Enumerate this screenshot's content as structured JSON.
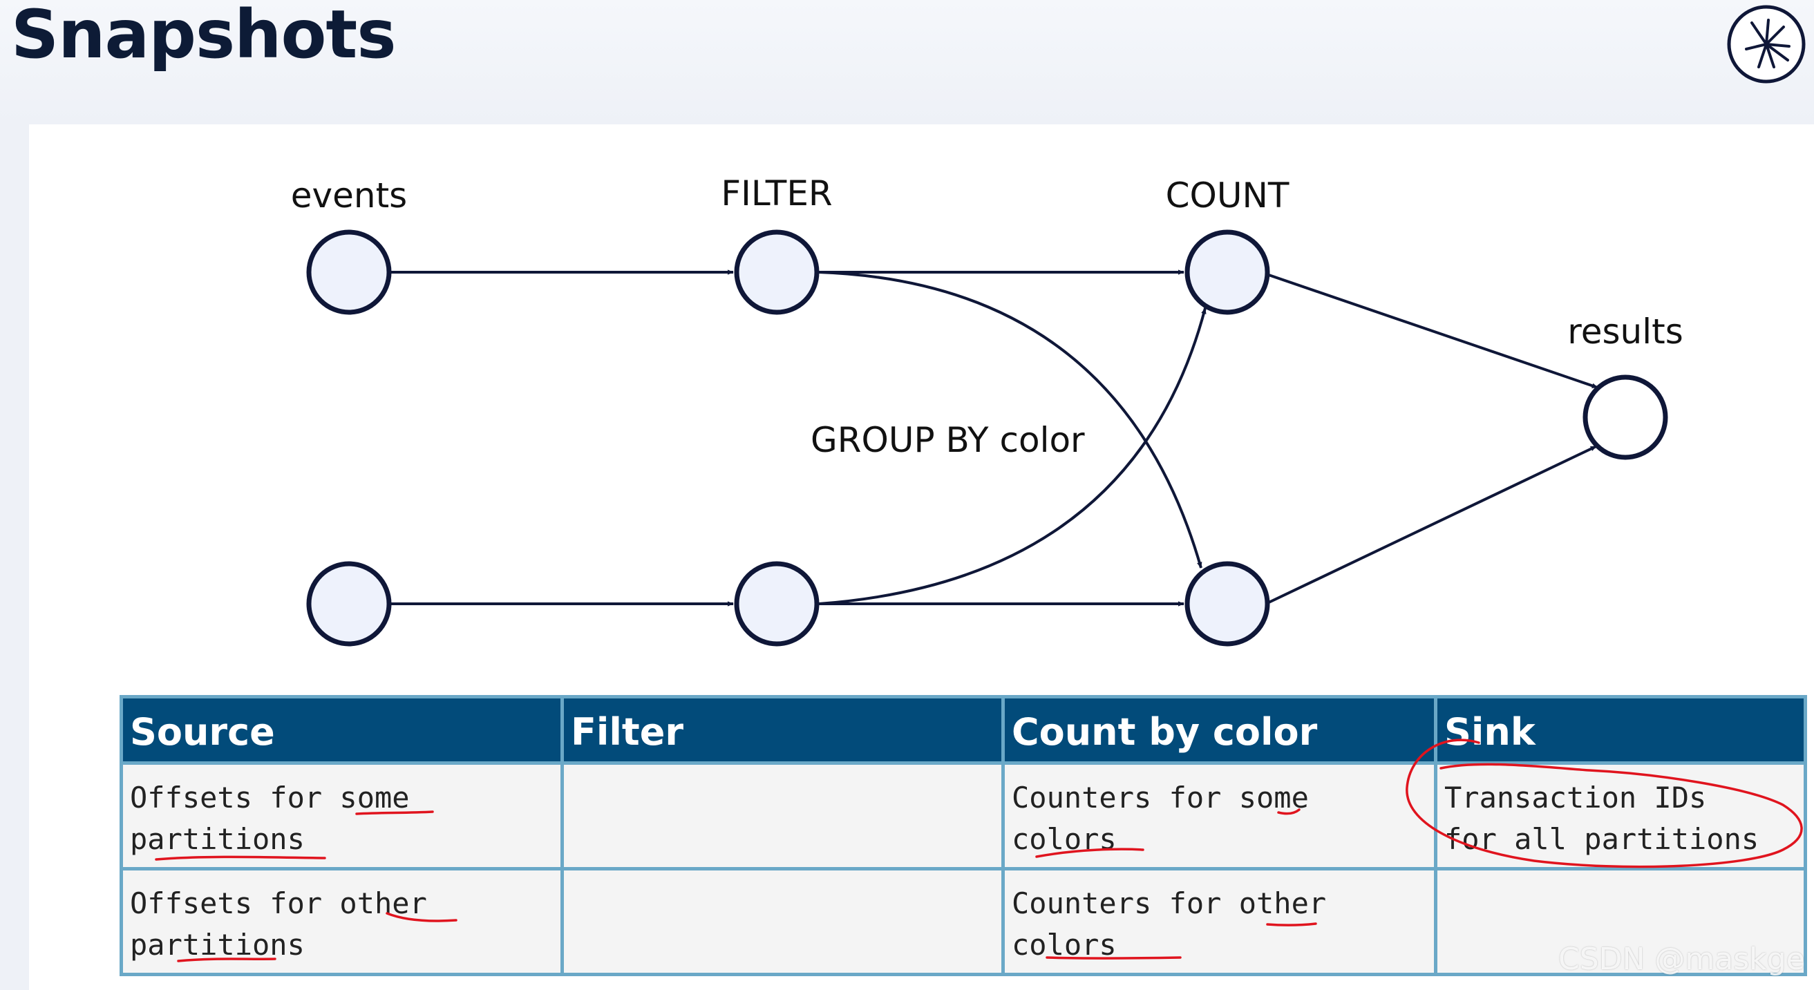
{
  "slide": {
    "title": "Snapshots",
    "logo_icon": "flink-squirrel-logo"
  },
  "diagram": {
    "nodes": {
      "events": "events",
      "filter": "FILTER",
      "count": "COUNT",
      "results": "results"
    },
    "edge_label": "GROUP BY color"
  },
  "table": {
    "headers": [
      "Source",
      "Filter",
      "Count by color",
      "Sink"
    ],
    "rows": [
      [
        "Offsets for some\npartitions",
        "",
        "Counters for some\ncolors",
        "Transaction IDs\nfor all partitions"
      ],
      [
        "Offsets for other\npartitions",
        "",
        "Counters for other\ncolors",
        ""
      ]
    ],
    "header_color": "#024b7a",
    "border_color": "#6aa8c7"
  },
  "annotation_color": "#e0141e",
  "watermark": "CSDN @maskge"
}
